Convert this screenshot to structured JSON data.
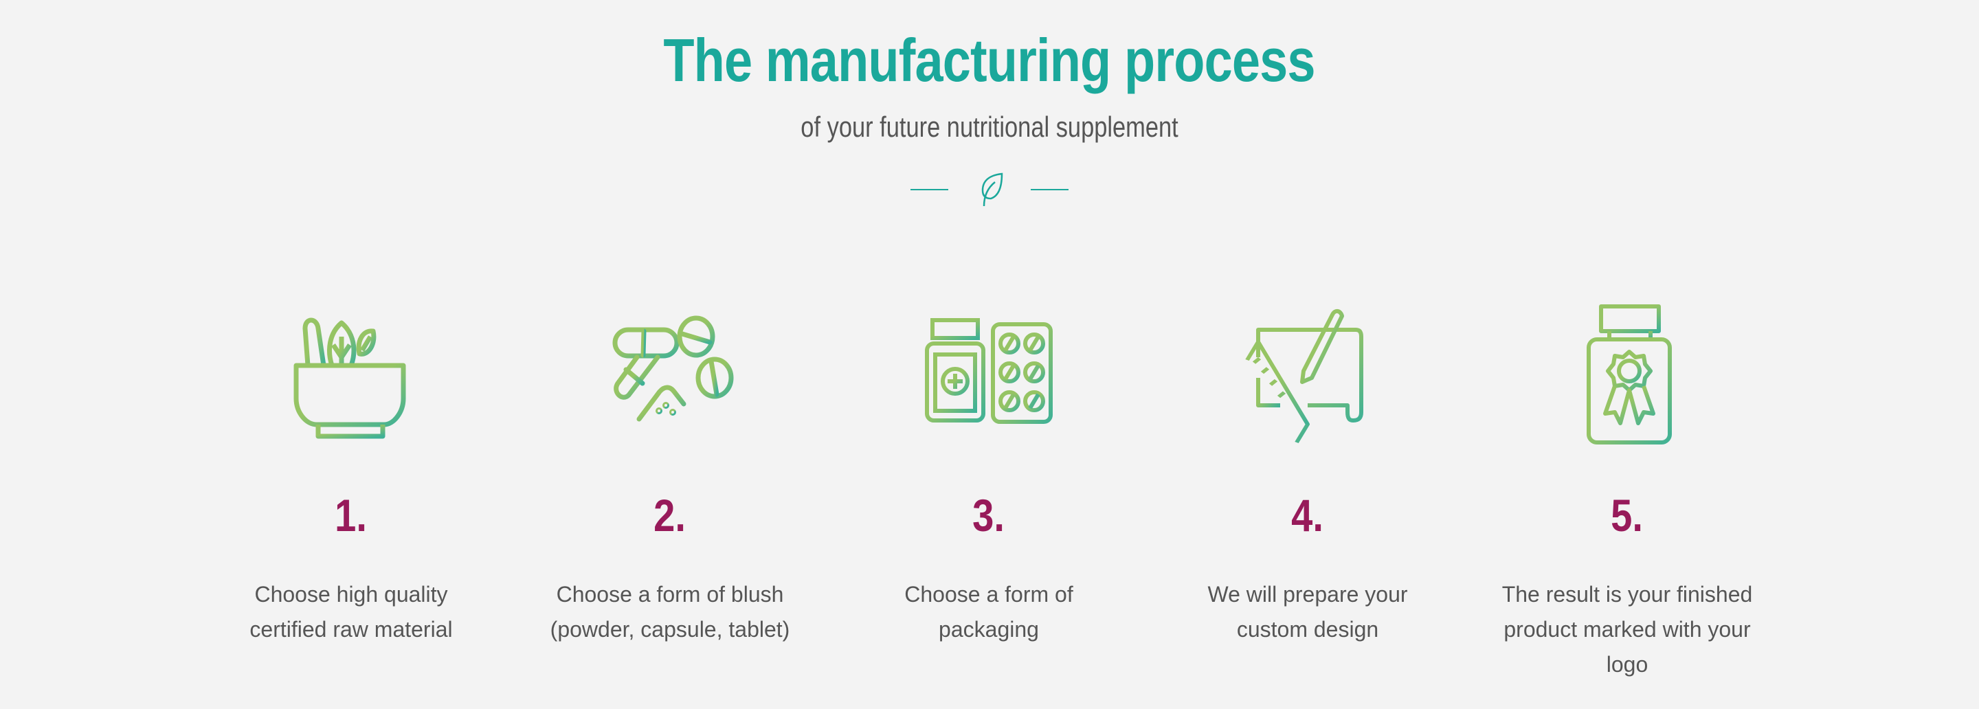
{
  "header": {
    "title": "The manufacturing process",
    "subtitle": "of your future nutritional supplement",
    "divider_icon": "leaf-icon"
  },
  "colors": {
    "title": "#1ba89b",
    "number": "#971a5a",
    "text": "#555555",
    "icon_gradient_start": "#96c464",
    "icon_gradient_end": "#3fb196",
    "background": "#f3f3f3"
  },
  "steps": [
    {
      "number": "1.",
      "icon": "mortar-herbs-icon",
      "lines": [
        "Choose high quality",
        "certified raw material"
      ]
    },
    {
      "number": "2.",
      "icon": "pills-powder-icon",
      "lines": [
        "Choose a form of blush",
        "(powder, capsule, tablet)"
      ]
    },
    {
      "number": "3.",
      "icon": "bottle-blister-icon",
      "lines": [
        "Choose a form of",
        "packaging"
      ]
    },
    {
      "number": "4.",
      "icon": "design-ruler-pencil-icon",
      "lines": [
        "We will prepare your",
        "custom design"
      ]
    },
    {
      "number": "5.",
      "icon": "bottle-certified-icon",
      "lines": [
        "The result is your finished",
        "product marked with your",
        "logo"
      ]
    }
  ]
}
